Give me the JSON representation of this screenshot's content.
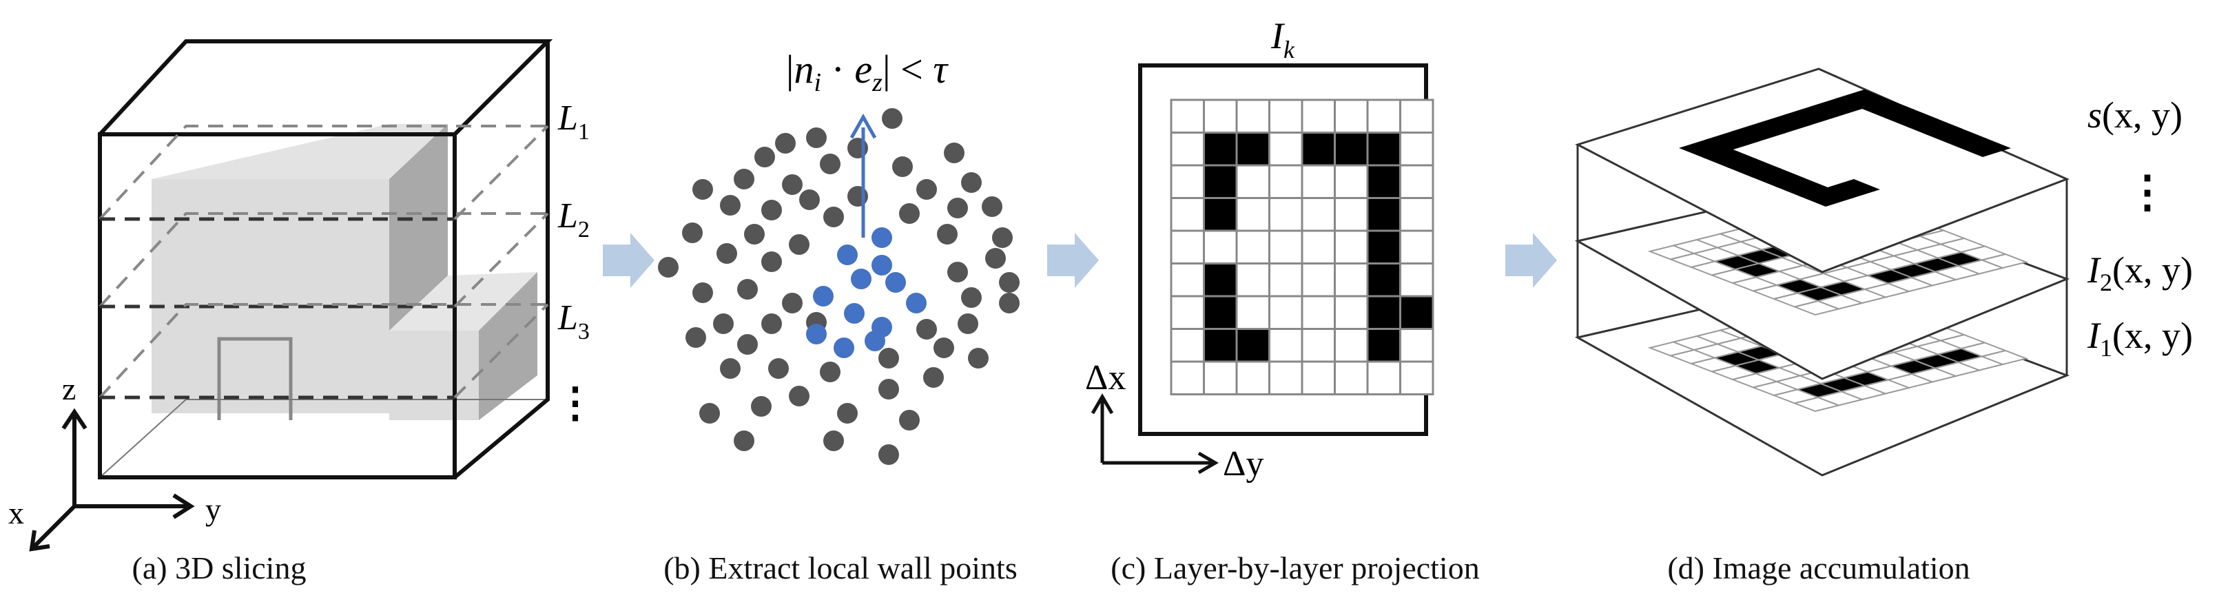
{
  "panels": {
    "a": {
      "caption": "(a) 3D slicing",
      "layer_labels": [
        {
          "base": "L",
          "sub": "1"
        },
        {
          "base": "L",
          "sub": "2"
        },
        {
          "base": "L",
          "sub": "3"
        }
      ],
      "dots": "⋮",
      "axes": {
        "x": "x",
        "y": "y",
        "z": "z"
      }
    },
    "b": {
      "caption": "(b) Extract local wall points",
      "equation": {
        "left_bar": "|",
        "n": "n",
        "n_sub": "i",
        "dot": " · ",
        "e": "e",
        "e_sub": "z",
        "right_bar": "|",
        "rel": " < ",
        "tau": "τ"
      },
      "colors": {
        "point": "#555555",
        "wall_point": "#4472C4",
        "normal": "#4472C4"
      }
    },
    "c": {
      "caption": "(c) Layer-by-layer projection",
      "title": {
        "base": "I",
        "sub": "k"
      },
      "axis_x": "Δx",
      "axis_y": "Δy",
      "grid": {
        "rows": 9,
        "cols": 8,
        "filled": [
          [
            1,
            1
          ],
          [
            1,
            2
          ],
          [
            1,
            4
          ],
          [
            1,
            5
          ],
          [
            1,
            6
          ],
          [
            2,
            1
          ],
          [
            2,
            6
          ],
          [
            3,
            1
          ],
          [
            3,
            6
          ],
          [
            4,
            6
          ],
          [
            5,
            1
          ],
          [
            5,
            6
          ],
          [
            6,
            1
          ],
          [
            6,
            6
          ],
          [
            6,
            7
          ],
          [
            7,
            1
          ],
          [
            7,
            2
          ],
          [
            7,
            6
          ]
        ]
      }
    },
    "d": {
      "caption": "(d) Image accumulation",
      "labels": [
        {
          "func": "s",
          "args": "(x, y)"
        },
        {
          "func": "⋮",
          "args": ""
        },
        {
          "func": "I",
          "sub": "2",
          "args": "(x, y)"
        },
        {
          "func": "I",
          "sub": "1",
          "args": "(x, y)"
        }
      ]
    }
  },
  "arrow_color": "#B8CCE4"
}
